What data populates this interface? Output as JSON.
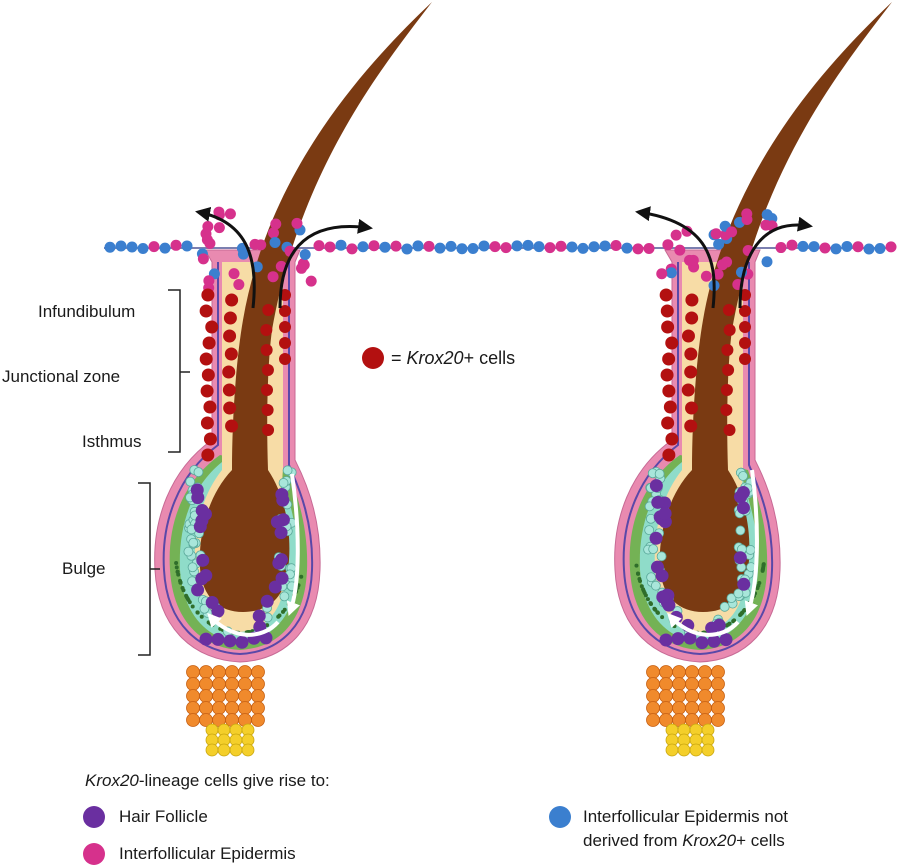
{
  "region_labels": {
    "infundibulum": "Infundibulum",
    "junctional_zone": "Junctional zone",
    "isthmus": "Isthmus",
    "bulge": "Bulge"
  },
  "key": {
    "marker_text_eq": "= ",
    "marker_text_gene": "Krox20",
    "marker_text_rest": "+ cells"
  },
  "legend": {
    "heading_gene": "Krox20",
    "heading_rest": "-lineage cells give rise to:",
    "hair_follicle": "Hair Follicle",
    "interfollicular": "Interfollicular Epidermis",
    "not_derived_line1": "Interfollicular Epidermis not",
    "not_derived_line2_pre": "derived from ",
    "not_derived_line2_gene": "Krox20",
    "not_derived_line2_post": "+ cells"
  },
  "colors": {
    "krox20_red": "#b31010",
    "purple": "#6a2fa0",
    "magenta": "#d6318c",
    "blue": "#3b7fcf",
    "hair": "#7a3a12",
    "pink_sheath": "#e98ab0",
    "cream": "#f7dca6",
    "teal": "#7dd3c4",
    "green": "#74b255",
    "orange": "#f08a2c",
    "yellow": "#f4cf2a"
  }
}
